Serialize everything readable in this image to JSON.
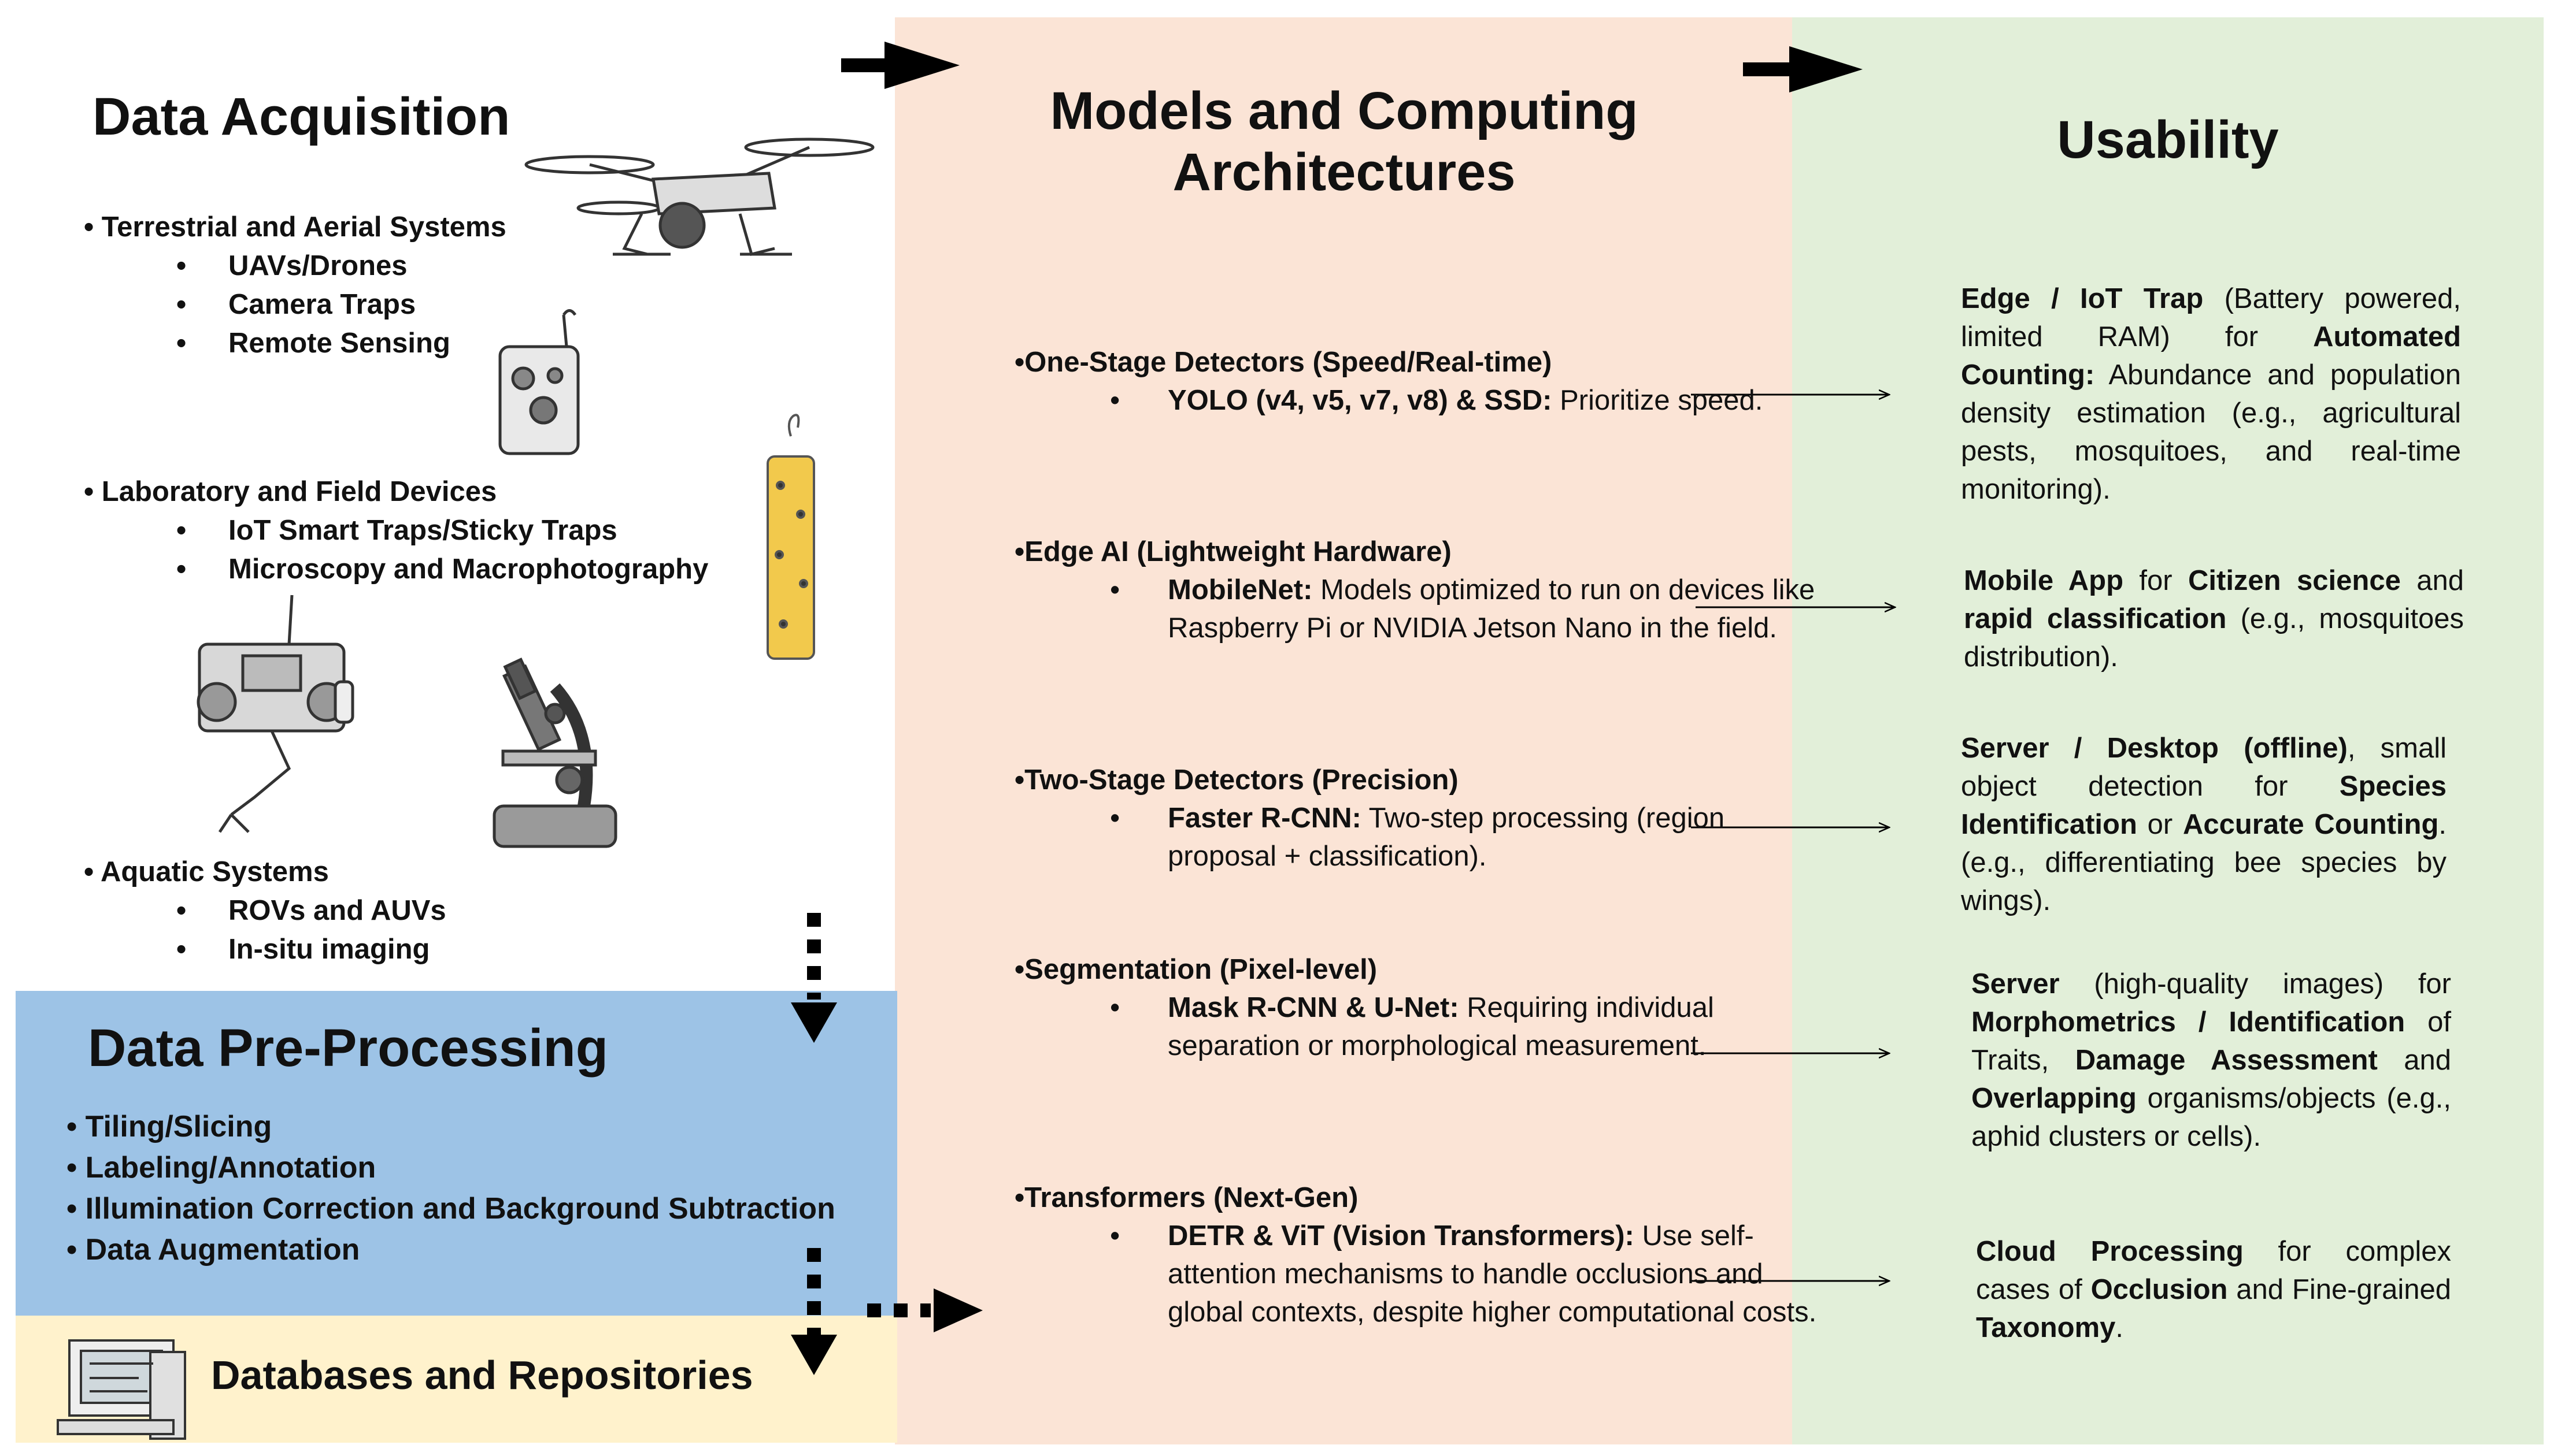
{
  "acquisition": {
    "title": "Data Acquisition",
    "groups": [
      {
        "label": "Terrestrial and Aerial Systems",
        "items": [
          "UAVs/Drones",
          "Camera Traps",
          "Remote Sensing"
        ]
      },
      {
        "label": "Laboratory and Field Devices",
        "items": [
          "IoT Smart Traps/Sticky Traps",
          "Microscopy and Macrophotography"
        ]
      },
      {
        "label": "Aquatic Systems",
        "items": [
          "ROVs and AUVs",
          "In-situ imaging"
        ]
      }
    ]
  },
  "preprocessing": {
    "title": "Data Pre-Processing",
    "items": [
      "Tiling/Slicing",
      "Labeling/Annotation",
      "Illumination Correction and Background Subtraction",
      "Data Augmentation"
    ]
  },
  "databases": {
    "title": "Databases and Repositories"
  },
  "models": {
    "title_line1": "Models and Computing",
    "title_line2": "Architectures",
    "entries": [
      {
        "heading": "One-Stage Detectors (Speed/Real-time)",
        "bold": "YOLO (v4, v5, v7, v8) & SSD:",
        "text": " Prioritize speed."
      },
      {
        "heading": "Edge AI (Lightweight Hardware)",
        "bold": "MobileNet:",
        "text": " Models optimized to run on devices like Raspberry Pi or NVIDIA Jetson Nano in the field."
      },
      {
        "heading": "Two-Stage Detectors (Precision)",
        "bold": "Faster R-CNN:",
        "text": " Two-step processing (region proposal + classification)."
      },
      {
        "heading": "Segmentation (Pixel-level)",
        "bold": "Mask R-CNN & U-Net:",
        "text": " Requiring individual separation or morphological measurement."
      },
      {
        "heading": "Transformers (Next-Gen)",
        "bold": "DETR & ViT (Vision Transformers):",
        "text": " Use self-attention mechanisms to handle occlusions and global contexts, despite higher computational costs."
      }
    ]
  },
  "usability": {
    "title": "Usability",
    "entries": [
      {
        "parts": [
          [
            "b",
            "Edge / IoT Trap"
          ],
          [
            "t",
            " (Battery powered, limited RAM) for "
          ],
          [
            "b",
            "Automated Counting:"
          ],
          [
            "t",
            " Abundance and population density estimation (e.g., agricultural pests, mosquitoes, and real-time monitoring)."
          ]
        ]
      },
      {
        "parts": [
          [
            "b",
            "Mobile App"
          ],
          [
            "t",
            " for "
          ],
          [
            "b",
            "Citizen science"
          ],
          [
            "t",
            " and "
          ],
          [
            "b",
            "rapid classification"
          ],
          [
            "t",
            " (e.g., mosquitoes distribution)."
          ]
        ]
      },
      {
        "parts": [
          [
            "b",
            "Server / Desktop (offline)"
          ],
          [
            "t",
            ", small object detection for "
          ],
          [
            "b",
            "Species Identification"
          ],
          [
            "t",
            " or "
          ],
          [
            "b",
            "Accurate Counting"
          ],
          [
            "t",
            ". (e.g., differentiating bee species by wings)."
          ]
        ]
      },
      {
        "parts": [
          [
            "b",
            "Server"
          ],
          [
            "t",
            " (high-quality images) for "
          ],
          [
            "b",
            "Morphometrics / Identification"
          ],
          [
            "t",
            " of Traits, "
          ],
          [
            "b",
            "Damage Assessment"
          ],
          [
            "t",
            " and "
          ],
          [
            "b",
            "Overlapping"
          ],
          [
            "t",
            " organisms/objects (e.g., aphid clusters or cells)."
          ]
        ]
      },
      {
        "parts": [
          [
            "b",
            "Cloud Processing"
          ],
          [
            "t",
            " for complex cases of "
          ],
          [
            "b",
            "Occlusion"
          ],
          [
            "t",
            " and Fine-grained "
          ],
          [
            "b",
            "Taxonomy"
          ],
          [
            "t",
            "."
          ]
        ]
      }
    ]
  },
  "colors": {
    "models_bg": "#fbe4d6",
    "usability_bg": "#e2efd9",
    "preprocessing_bg": "#9dc3e6",
    "databases_bg": "#fff2cc",
    "arrow": "#000000"
  }
}
